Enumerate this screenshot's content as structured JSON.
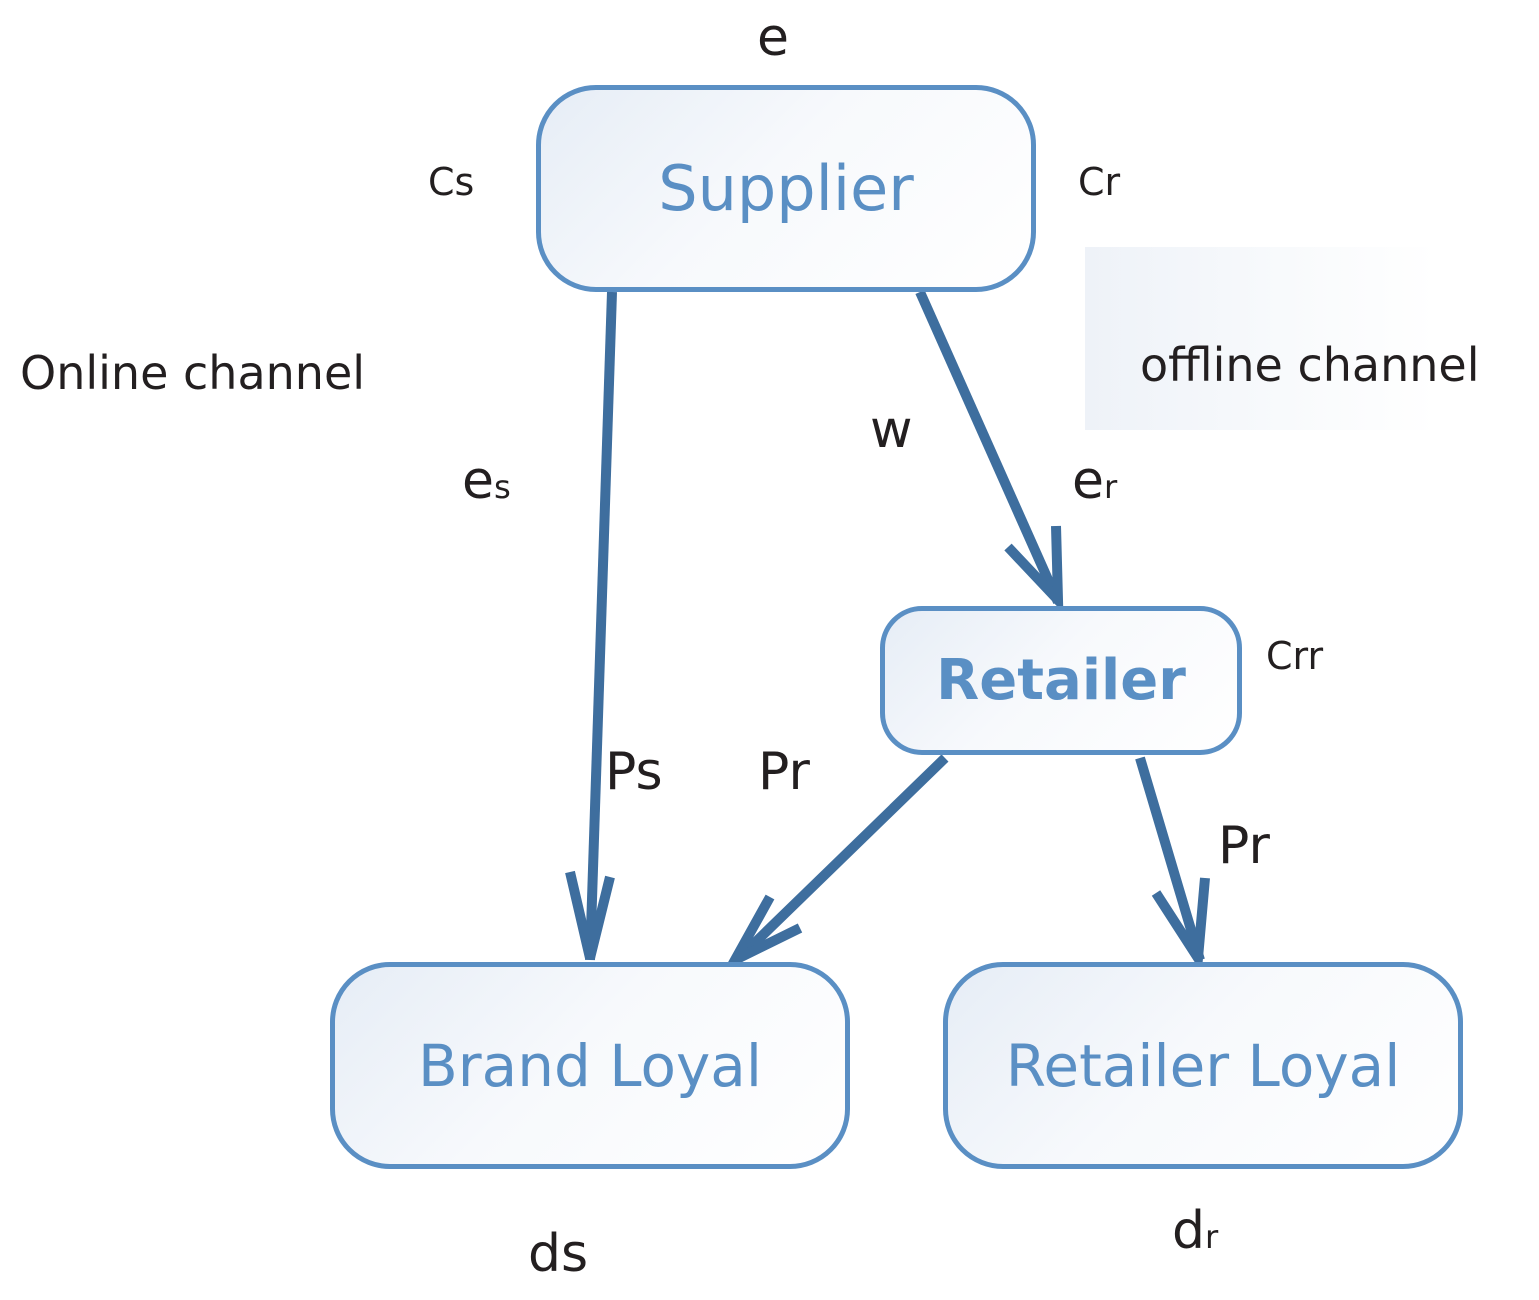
{
  "nodes": {
    "supplier": "Supplier",
    "retailer": "Retailer",
    "brand_loyal": "Brand Loyal",
    "retailer_loyal": "Retailer Loyal"
  },
  "labels": {
    "e": "e",
    "cs": "Cs",
    "cr": "Cr",
    "online_channel": "Online channel",
    "offline_channel": "offline channel",
    "w": "w",
    "es_main": "e",
    "es_sub": "s",
    "er_main": "e",
    "er_sub": "r",
    "crr": "Crr",
    "ps": "Ps",
    "pr_left": "Pr",
    "pr_right": "Pr",
    "ds": "ds",
    "dr_main": "d",
    "dr_sub": "r"
  },
  "colors": {
    "arrow": "#3e6e9e",
    "node_border": "#5a8fc4",
    "node_text": "#5a8fc4",
    "label_text": "#231f20"
  }
}
